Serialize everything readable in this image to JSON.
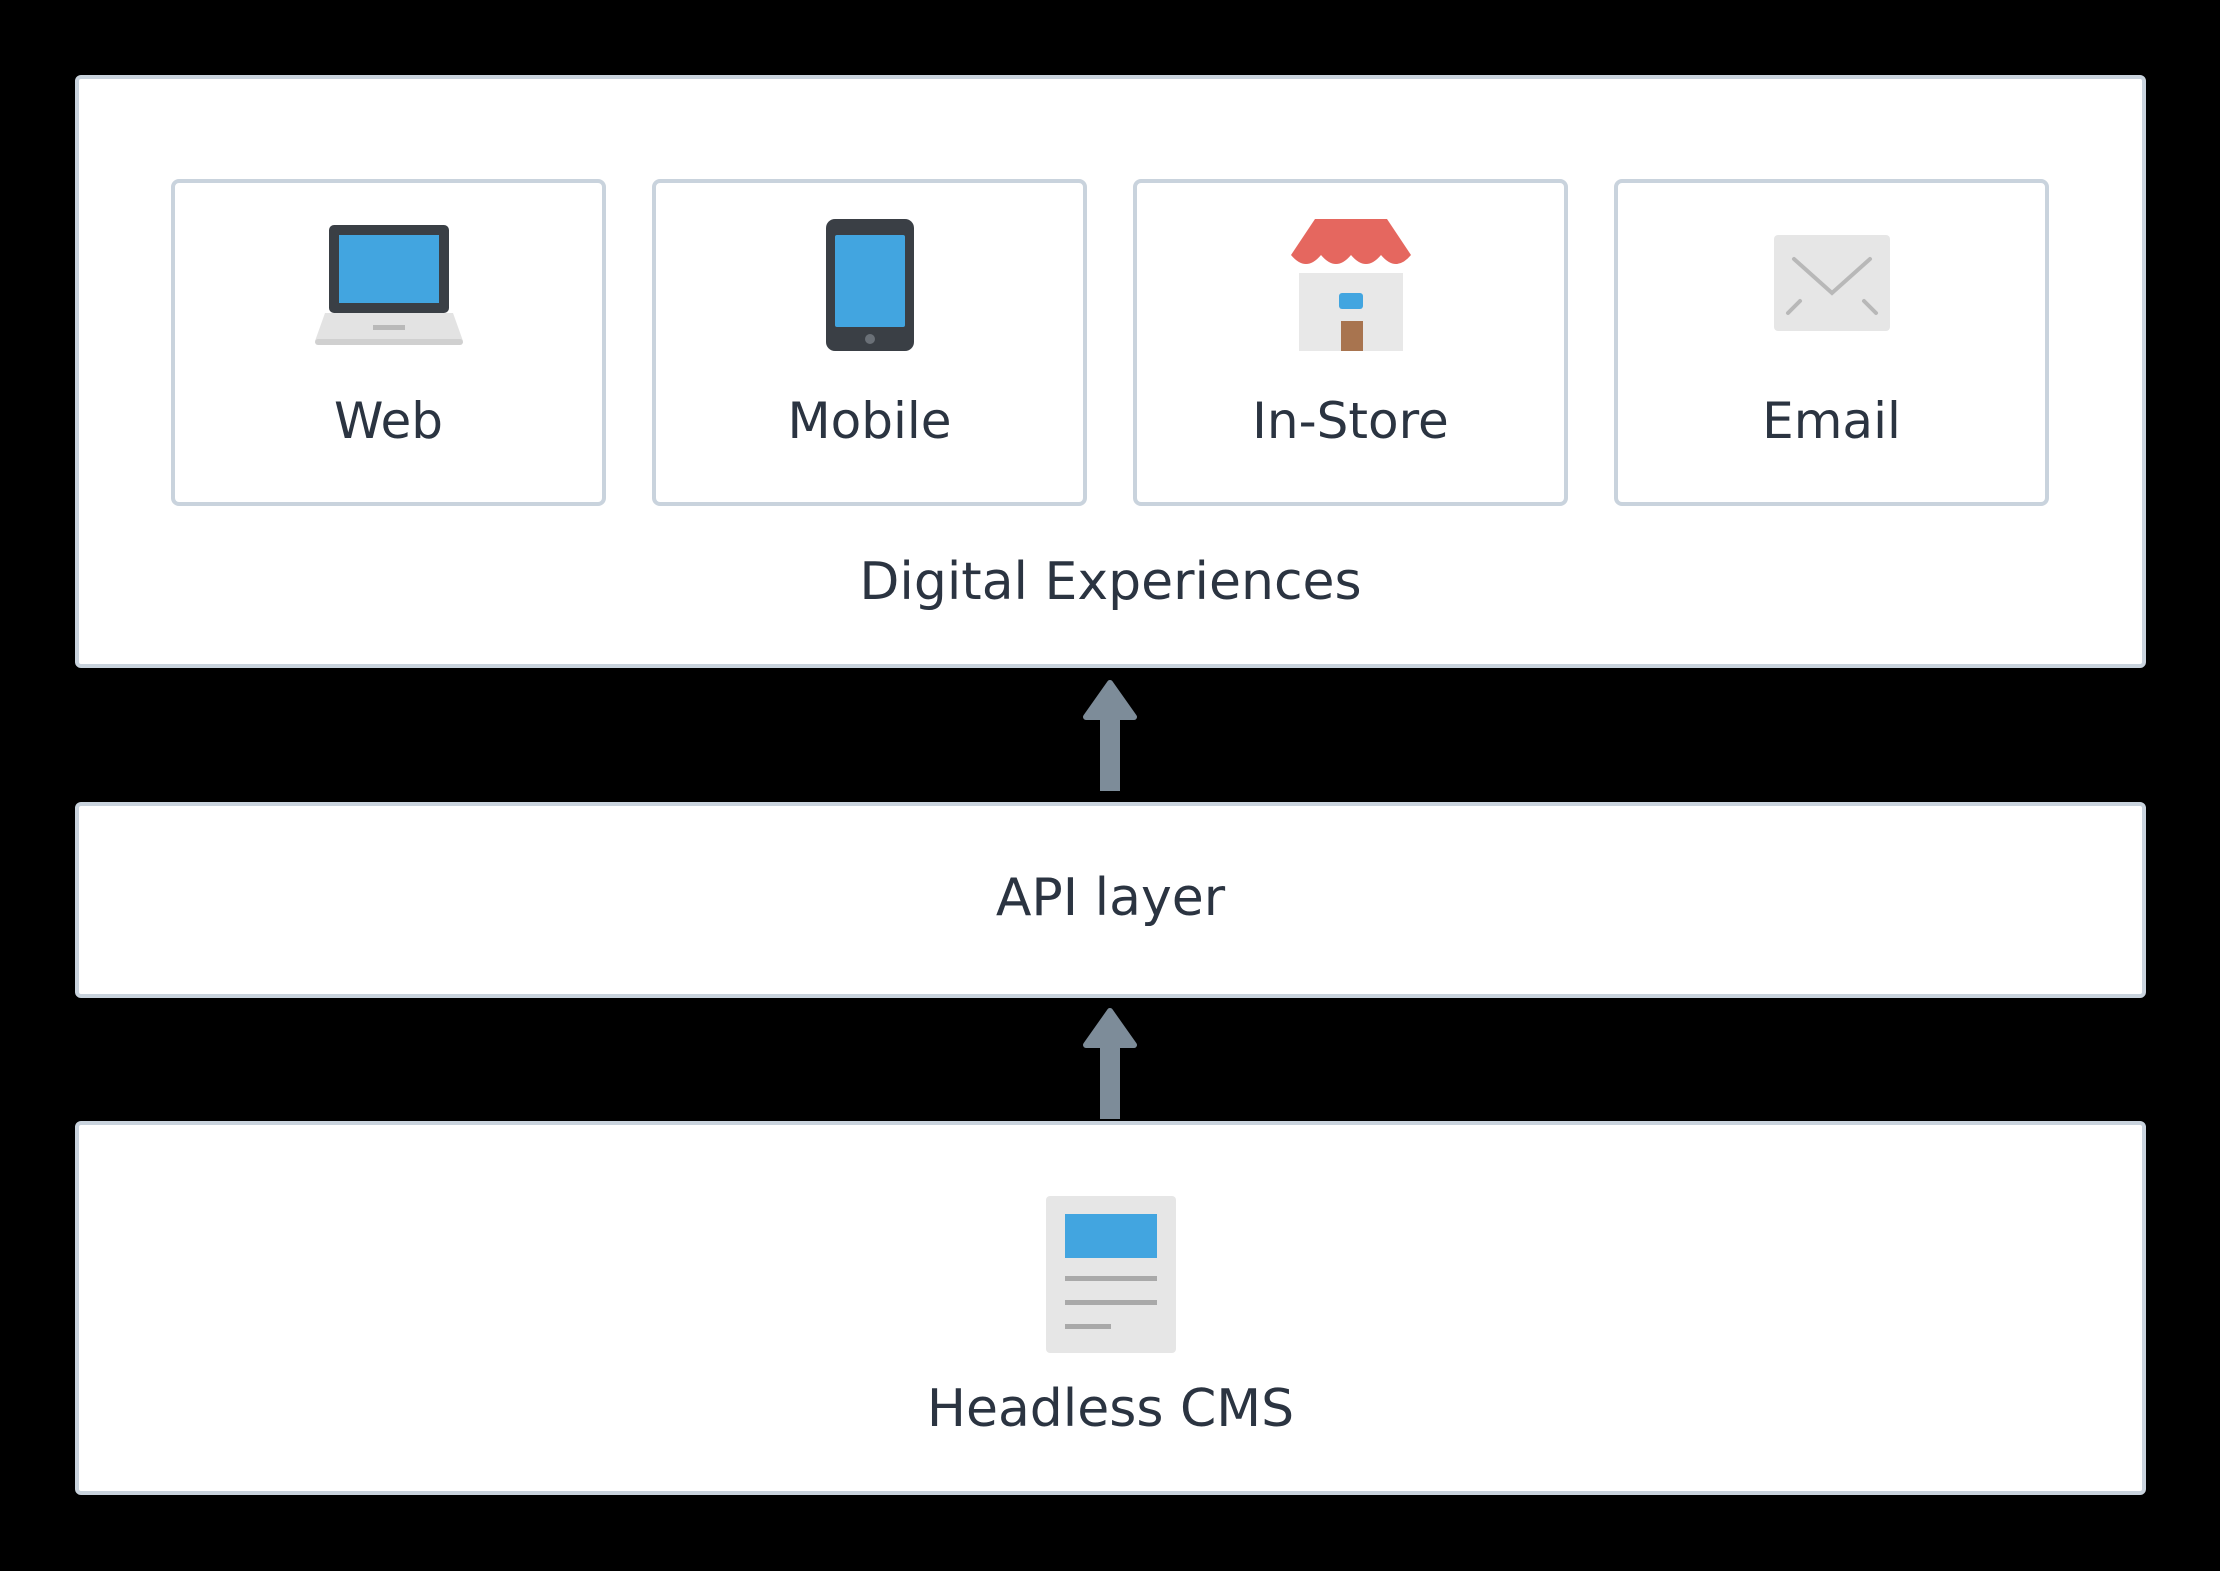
{
  "experiences": {
    "title": "Digital Experiences",
    "channels": [
      {
        "label": "Web",
        "icon": "laptop-icon"
      },
      {
        "label": "Mobile",
        "icon": "mobile-phone-icon"
      },
      {
        "label": "In-Store",
        "icon": "storefront-icon"
      },
      {
        "label": "Email",
        "icon": "envelope-icon"
      }
    ]
  },
  "api": {
    "title": "API layer"
  },
  "cms": {
    "title": "Headless CMS",
    "icon": "document-icon"
  },
  "colors": {
    "background": "#000000",
    "panel": "#ffffff",
    "border": "#c9d3dd",
    "text": "#2b3441",
    "arrow": "#7d8c99",
    "accent_blue": "#42a5e0",
    "awning_red": "#e5675f"
  }
}
